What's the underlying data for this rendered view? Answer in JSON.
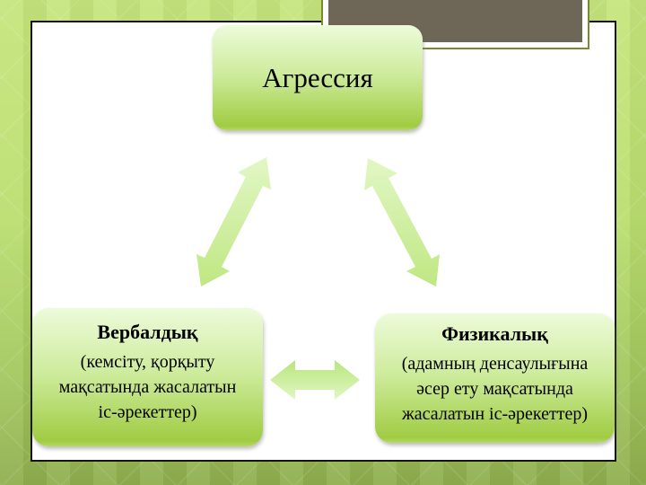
{
  "slide": {
    "title_node": {
      "label": "Агрессия"
    },
    "nodes": [
      {
        "id": "verbal",
        "heading": "Вербалдық",
        "body": "(кемсіту, қорқыту\nмақсатында жасалатын\nіс-әрекеттер)"
      },
      {
        "id": "physical",
        "heading": "Физикалық",
        "body": "(адамның денсаулығына\nәсер ету мақсатында\nжасалатын іс-әрекеттер)"
      }
    ],
    "connectors": [
      {
        "name": "title-to-verbal",
        "shape": "double-arrow-diagonal"
      },
      {
        "name": "title-to-physical",
        "shape": "double-arrow-diagonal"
      },
      {
        "name": "verbal-to-physical",
        "shape": "double-arrow-horizontal"
      }
    ],
    "theme": {
      "background_lime": "#bcdf72",
      "background_olive_band": "#93b150",
      "panel_white": "#ffffff",
      "panel_border_black": "#141414",
      "header_brown": "#6e6657",
      "header_olive_line": "#7c8a2f",
      "node_gradient_top": "#edfbda",
      "node_gradient_bottom": "#a0cc43",
      "arrow_green_light": "#dff6c0",
      "arrow_green_dark": "#c0e884",
      "text_black": "#000000"
    }
  }
}
